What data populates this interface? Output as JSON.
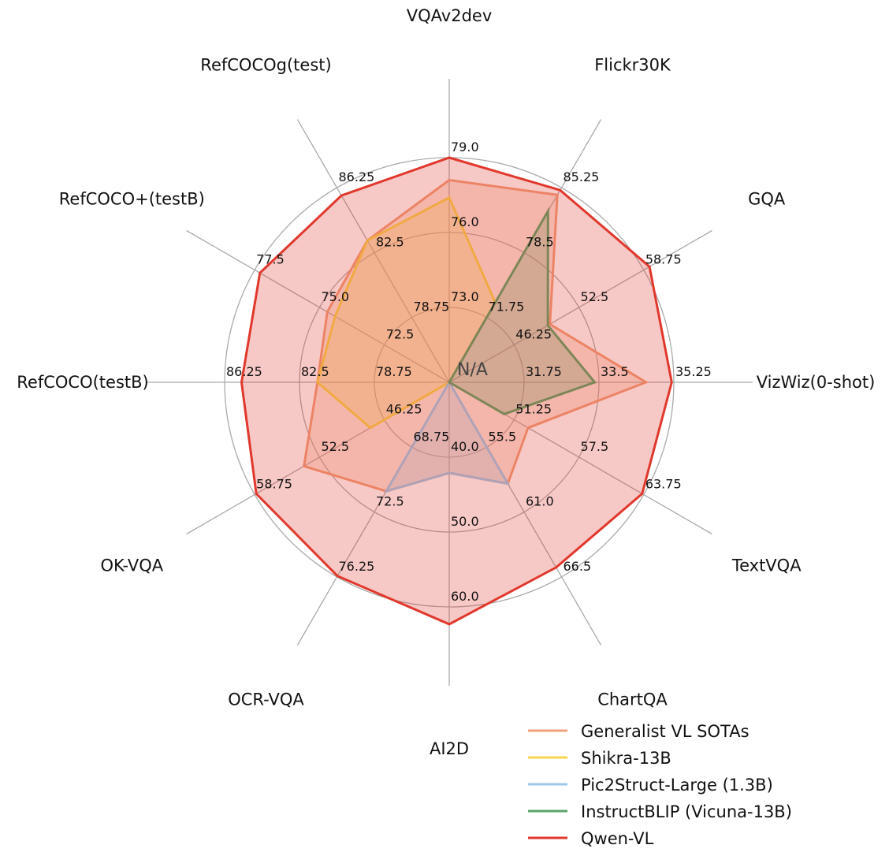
{
  "chart_data": {
    "type": "radar",
    "title": "",
    "center_label": "N/A",
    "axes": [
      {
        "name": "VQAv2dev",
        "ticks": [
          "73.0",
          "76.0",
          "79.0"
        ],
        "range": [
          70.0,
          79.0
        ]
      },
      {
        "name": "Flickr30K",
        "ticks": [
          "71.75",
          "78.5",
          "85.25"
        ],
        "range": [
          65.0,
          85.25
        ]
      },
      {
        "name": "GQA",
        "ticks": [
          "46.25",
          "52.5",
          "58.75"
        ],
        "range": [
          40.0,
          58.75
        ]
      },
      {
        "name": "VizWiz(0-shot)",
        "ticks": [
          "31.75",
          "33.5",
          "35.25"
        ],
        "range": [
          30.0,
          35.25
        ]
      },
      {
        "name": "TextVQA",
        "ticks": [
          "51.25",
          "57.5",
          "63.75"
        ],
        "range": [
          45.0,
          63.75
        ]
      },
      {
        "name": "ChartQA",
        "ticks": [
          "55.5",
          "61.0",
          "66.5"
        ],
        "range": [
          50.0,
          66.5
        ]
      },
      {
        "name": "AI2D",
        "ticks": [
          "40.0",
          "50.0",
          "60.0"
        ],
        "range": [
          30.0,
          60.0
        ]
      },
      {
        "name": "OCR-VQA",
        "ticks": [
          "68.75",
          "72.5",
          "76.25"
        ],
        "range": [
          65.0,
          76.25
        ]
      },
      {
        "name": "OK-VQA",
        "ticks": [
          "46.25",
          "52.5",
          "58.75"
        ],
        "range": [
          40.0,
          58.75
        ]
      },
      {
        "name": "RefCOCO(testB)",
        "ticks": [
          "78.75",
          "82.5",
          "86.25"
        ],
        "range": [
          75.0,
          86.25
        ]
      },
      {
        "name": "RefCOCO+(testB)",
        "ticks": [
          "72.5",
          "75.0",
          "77.5"
        ],
        "range": [
          70.0,
          77.5
        ]
      },
      {
        "name": "RefCOCOg(test)",
        "ticks": [
          "78.75",
          "82.5",
          "86.25"
        ],
        "range": [
          75.0,
          86.25
        ]
      }
    ],
    "series": [
      {
        "name": "Generalist VL SOTAs",
        "color": "#f0a07a",
        "values": [
          78.1,
          84.5,
          49.7,
          34.6,
          52.6,
          58.6,
          42.1,
          71.3,
          54.0,
          81.6,
          74.7,
          83.2
        ]
      },
      {
        "name": "Shikra-13B",
        "color": "#f7d44c",
        "values": [
          77.4,
          73.3,
          null,
          null,
          null,
          null,
          null,
          null,
          47.6,
          81.6,
          74.4,
          83.2
        ]
      },
      {
        "name": "Pic2Struct-Large (1.3B)",
        "color": "#9ecae9",
        "values": [
          null,
          null,
          null,
          null,
          null,
          58.6,
          42.1,
          71.3,
          null,
          null,
          null,
          null
        ]
      },
      {
        "name": "InstructBLIP (Vicuna-13B)",
        "color": "#5aa469",
        "values": [
          null,
          82.8,
          49.5,
          33.4,
          50.3,
          null,
          null,
          null,
          null,
          null,
          null,
          null
        ]
      },
      {
        "name": "Qwen-VL",
        "color": "#e0382c",
        "values": [
          79.0,
          85.0,
          59.3,
          35.2,
          63.6,
          65.7,
          62.3,
          76.2,
          58.6,
          85.4,
          77.3,
          85.8
        ]
      }
    ],
    "legend_position": "bottom-right",
    "grid": true
  }
}
